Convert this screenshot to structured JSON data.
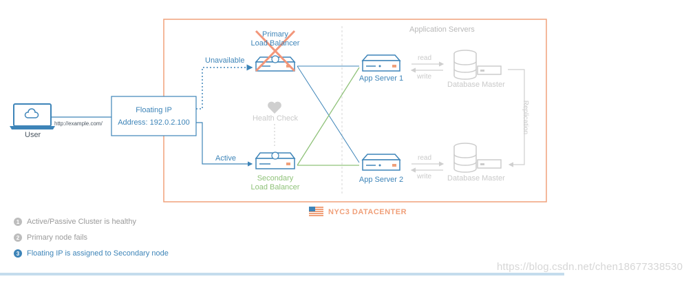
{
  "diagram": {
    "title": "Application Servers",
    "datacenter": "NYC3 DATACENTER",
    "user_label": "User",
    "url_label": "http://example.com/",
    "floating_ip": {
      "line1": "Floating IP",
      "line2": "Address: 192.0.2.100"
    },
    "primary_lb": {
      "line1": "Primary",
      "line2": "Load Balancer"
    },
    "secondary_lb": {
      "line1": "Secondary",
      "line2": "Load Balancer"
    },
    "unavailable_label": "Unavailable",
    "active_label": "Active",
    "health_check_label": "Health Check",
    "app_server_1": "App Server 1",
    "app_server_2": "App Server 2",
    "db_master_1": "Database Master",
    "db_master_2": "Database Master",
    "read_label": "read",
    "write_label": "write",
    "replication_label": "Replication"
  },
  "steps": [
    {
      "num": "1",
      "text": "Active/Passive Cluster is healthy"
    },
    {
      "num": "2",
      "text": "Primary node fails"
    },
    {
      "num": "3",
      "text": "Floating IP is assigned to Secondary node"
    }
  ],
  "watermark": "https://blog.csdn.net/chen18677338530",
  "colors": {
    "blue": "#3d84b8",
    "green": "#8fc279",
    "orange": "#f0a07a",
    "gray": "#cccccc",
    "cross": "#f2967a"
  }
}
